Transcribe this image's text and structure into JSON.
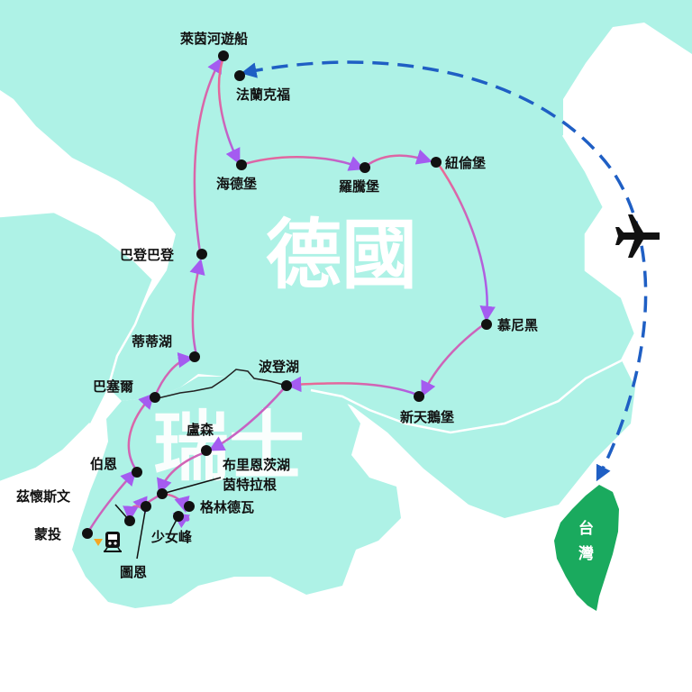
{
  "map": {
    "countries": {
      "germany": "德國",
      "switzerland": "瑞士",
      "taiwan_1": "台",
      "taiwan_2": "灣"
    },
    "cities": {
      "rhine_cruise": "萊茵河遊船",
      "frankfurt": "法蘭克福",
      "heidelberg": "海德堡",
      "rothenburg": "羅騰堡",
      "nuremberg": "紐倫堡",
      "baden_baden": "巴登巴登",
      "titisee": "蒂蒂湖",
      "basel": "巴塞爾",
      "lake_constance": "波登湖",
      "munich": "慕尼黑",
      "neuschwanstein": "新天鵝堡",
      "lucerne": "盧森",
      "bern": "伯恩",
      "brienz_lake": "布里恩茨湖",
      "interlaken": "茵特拉根",
      "grindelwald": "格林德瓦",
      "zweisimmen": "茲懷斯文",
      "jungfrau": "少女峰",
      "montreux": "蒙投",
      "thun": "圖恩"
    },
    "colors": {
      "land": "#aef2e6",
      "border": "#ffffff",
      "route_start": "#f06a8c",
      "route_end": "#a45cf0",
      "flight": "#1f5fc4",
      "taiwan": "#1aaa5e",
      "dot": "#111111"
    },
    "icons": [
      "airplane-icon",
      "train-icon"
    ]
  }
}
